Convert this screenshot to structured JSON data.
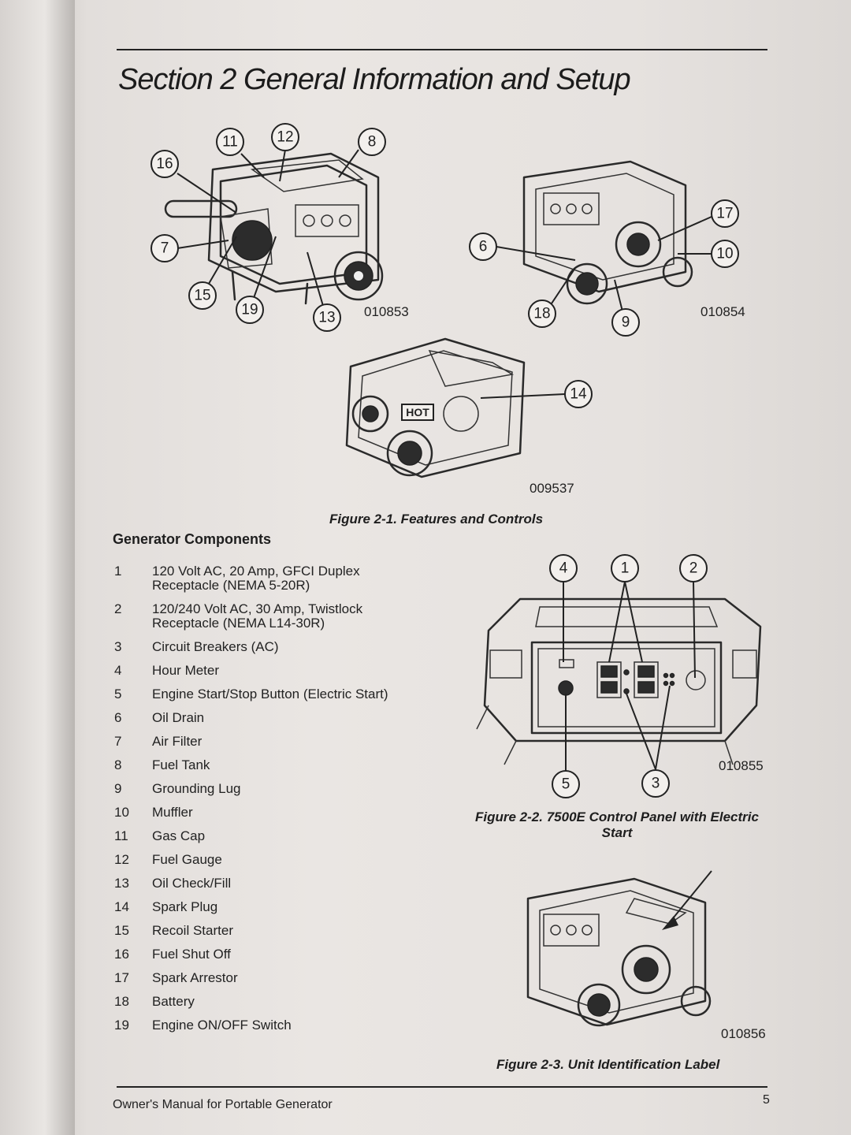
{
  "header": {
    "title": "Section 2 General Information and Setup"
  },
  "figure_2_1": {
    "caption": "Figure 2-1. Features and Controls",
    "image_codes": [
      "010853",
      "010854",
      "009537"
    ],
    "callouts_a": [
      "11",
      "12",
      "8",
      "16",
      "7",
      "15",
      "19",
      "13"
    ],
    "callouts_b": [
      "17",
      "10",
      "6",
      "18",
      "9"
    ],
    "callouts_c": [
      "14"
    ]
  },
  "components": {
    "heading": "Generator Components",
    "items": [
      {
        "num": "1",
        "label": "120 Volt AC, 20 Amp, GFCI Duplex Receptacle (NEMA 5-20R)"
      },
      {
        "num": "2",
        "label": "120/240 Volt AC, 30 Amp, Twistlock Receptacle (NEMA L14-30R)"
      },
      {
        "num": "3",
        "label": "Circuit Breakers (AC)"
      },
      {
        "num": "4",
        "label": "Hour Meter"
      },
      {
        "num": "5",
        "label": "Engine Start/Stop Button (Electric Start)"
      },
      {
        "num": "6",
        "label": "Oil Drain"
      },
      {
        "num": "7",
        "label": "Air Filter"
      },
      {
        "num": "8",
        "label": "Fuel Tank"
      },
      {
        "num": "9",
        "label": "Grounding Lug"
      },
      {
        "num": "10",
        "label": "Muffler"
      },
      {
        "num": "11",
        "label": "Gas Cap"
      },
      {
        "num": "12",
        "label": "Fuel Gauge"
      },
      {
        "num": "13",
        "label": "Oil Check/Fill"
      },
      {
        "num": "14",
        "label": "Spark Plug"
      },
      {
        "num": "15",
        "label": "Recoil Starter"
      },
      {
        "num": "16",
        "label": "Fuel Shut Off"
      },
      {
        "num": "17",
        "label": "Spark Arrestor"
      },
      {
        "num": "18",
        "label": "Battery"
      },
      {
        "num": "19",
        "label": "Engine ON/OFF Switch"
      }
    ]
  },
  "figure_2_2": {
    "caption": "Figure 2-2. 7500E Control Panel with Electric Start",
    "image_code": "010855",
    "callouts": [
      "4",
      "1",
      "2",
      "5",
      "3"
    ]
  },
  "figure_2_3": {
    "caption": "Figure 2-3. Unit Identification Label",
    "image_code": "010856"
  },
  "hot_label": "HOT",
  "footer": {
    "text": "Owner's Manual for Portable Generator",
    "page_number": "5"
  }
}
